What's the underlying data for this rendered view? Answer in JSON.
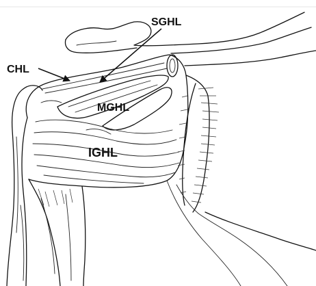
{
  "figure": {
    "labels": {
      "sghl": "SGHL",
      "chl": "CHL",
      "mghl": "MGHL",
      "ighl": "IGHL"
    }
  }
}
